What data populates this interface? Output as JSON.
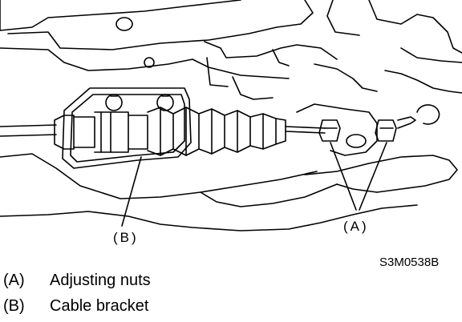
{
  "figure": {
    "callouts": {
      "a": "(A)",
      "b": "(B)"
    },
    "figure_id": "S3M0538B"
  },
  "legend": [
    {
      "key": "(A)",
      "text": "Adjusting nuts"
    },
    {
      "key": "(B)",
      "text": "Cable bracket"
    }
  ],
  "colors": {
    "line": "#000000",
    "background": "#ffffff"
  }
}
